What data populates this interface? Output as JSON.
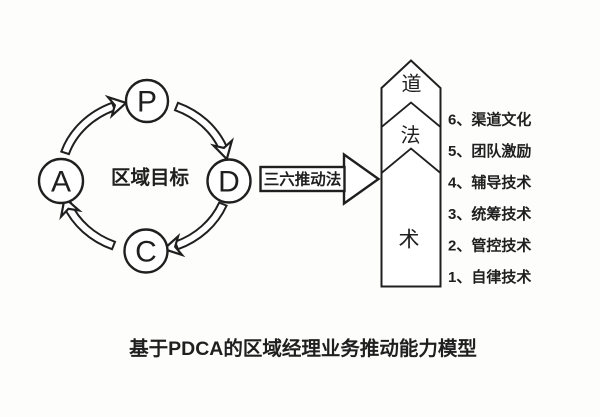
{
  "diagram": {
    "cycle": {
      "nodes": [
        {
          "label": "P"
        },
        {
          "label": "D"
        },
        {
          "label": "C"
        },
        {
          "label": "A"
        }
      ],
      "center_label": "区域目标"
    },
    "connector": {
      "label": "三六推动法"
    },
    "tower": {
      "levels": [
        "道",
        "法",
        "术"
      ]
    },
    "list": {
      "items": [
        "6、渠道文化",
        "5、团队激励",
        "4、辅导技术",
        "3、统筹技术",
        "2、管控技术",
        "1、自律技术"
      ]
    },
    "caption": "基于PDCA的区域经理业务推动能力模型"
  }
}
